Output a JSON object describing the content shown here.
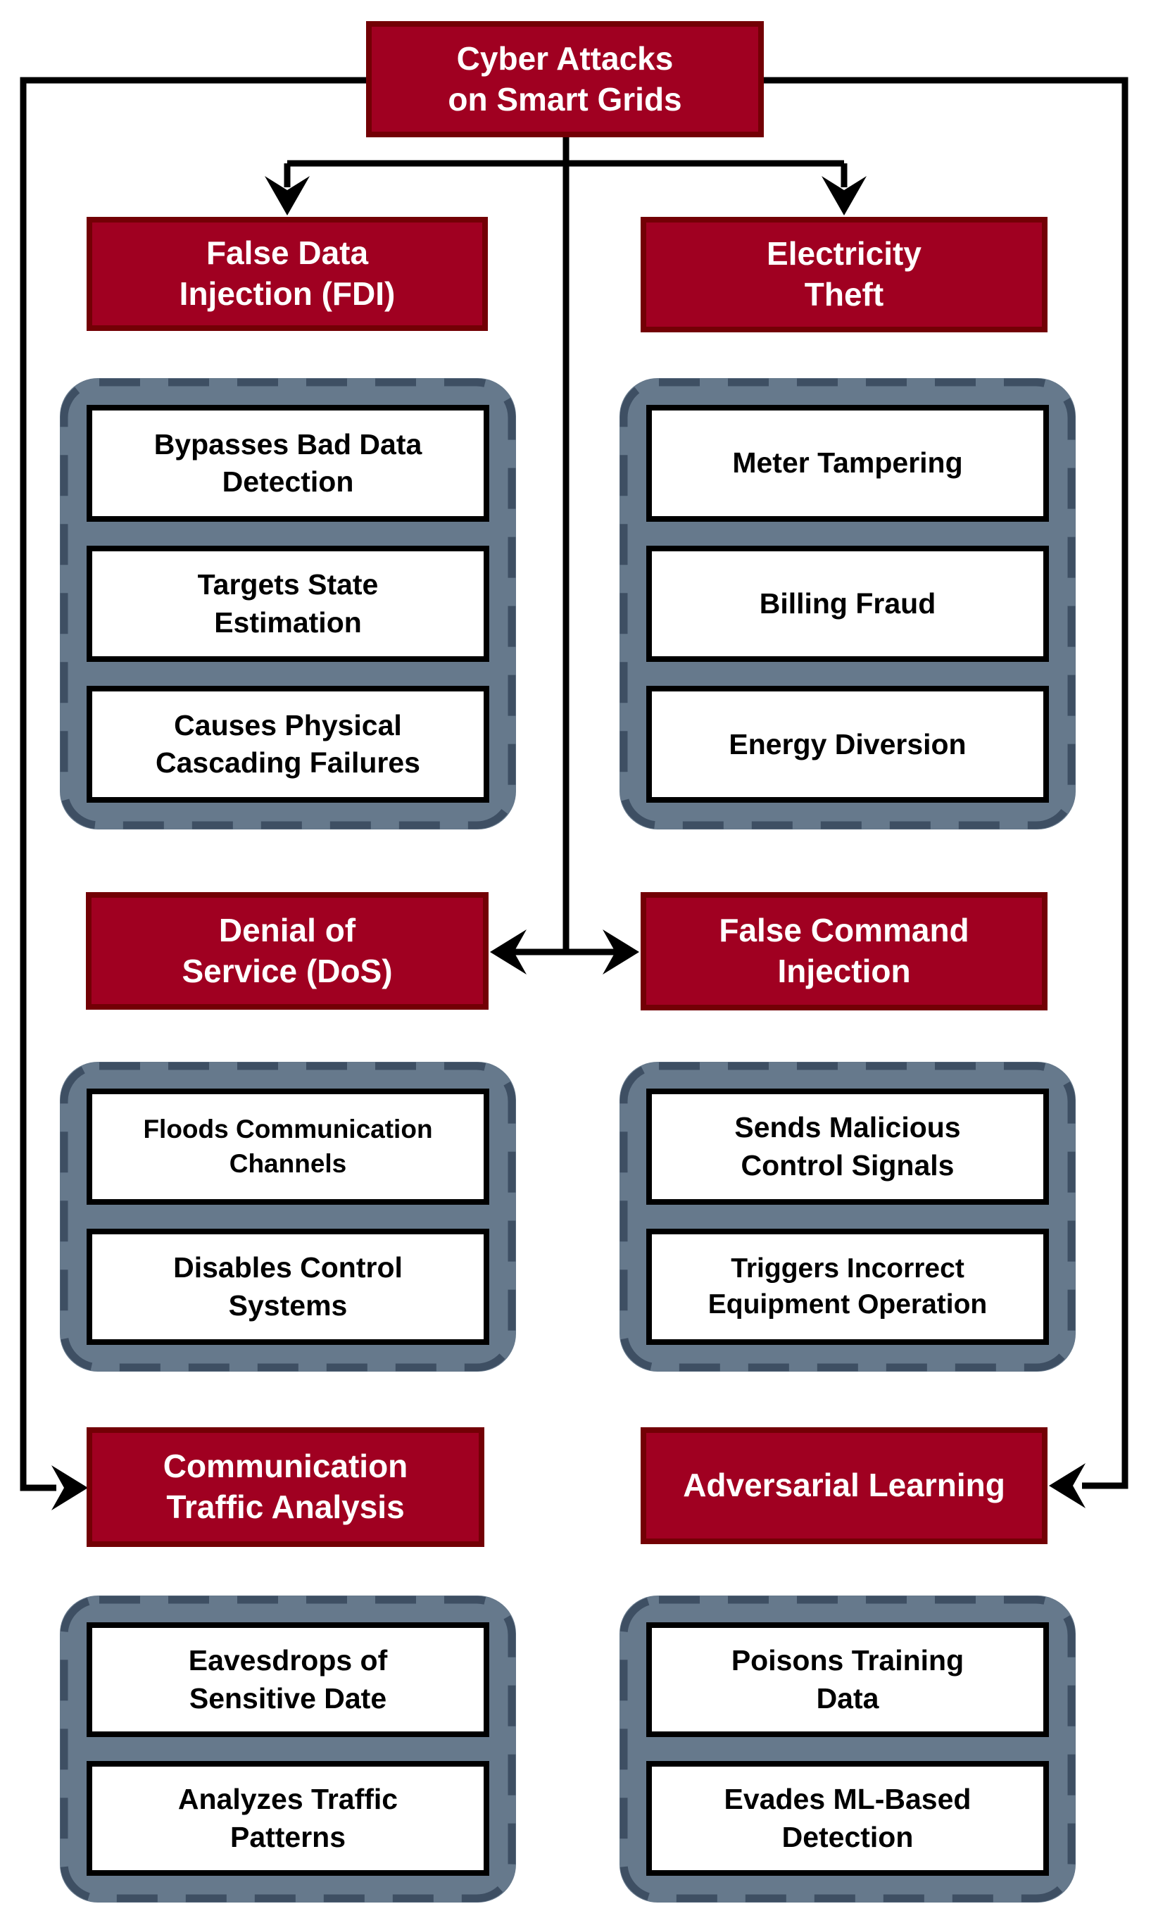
{
  "diagram": {
    "root": {
      "line1": "Cyber Attacks",
      "line2": "on Smart Grids"
    },
    "branches": [
      {
        "id": "false-data-injection",
        "label": {
          "line1": "False Data",
          "line2": "Injection (FDI)"
        },
        "items": [
          {
            "line1": "Bypasses Bad Data",
            "line2": "Detection"
          },
          {
            "line1": "Targets State",
            "line2": "Estimation"
          },
          {
            "line1": "Causes Physical",
            "line2": "Cascading Failures"
          }
        ]
      },
      {
        "id": "electricity-theft",
        "label": {
          "line1": "Electricity",
          "line2": "Theft"
        },
        "items": [
          {
            "line1": "Meter Tampering",
            "line2": ""
          },
          {
            "line1": "Billing Fraud",
            "line2": ""
          },
          {
            "line1": "Energy Diversion",
            "line2": ""
          }
        ]
      },
      {
        "id": "denial-of-service",
        "label": {
          "line1": "Denial of",
          "line2": "Service (DoS)"
        },
        "items": [
          {
            "line1": "Floods Communication",
            "line2": "Channels"
          },
          {
            "line1": "Disables Control",
            "line2": "Systems"
          }
        ]
      },
      {
        "id": "false-command-injection",
        "label": {
          "line1": "False Command",
          "line2": "Injection"
        },
        "items": [
          {
            "line1": "Sends Malicious",
            "line2": "Control Signals"
          },
          {
            "line1": "Triggers Incorrect",
            "line2": "Equipment Operation"
          }
        ]
      },
      {
        "id": "communication-traffic-analysis",
        "label": {
          "line1": "Communication",
          "line2": "Traffic Analysis"
        },
        "items": [
          {
            "line1": "Eavesdrops of",
            "line2": "Sensitive Date"
          },
          {
            "line1": "Analyzes Traffic",
            "line2": "Patterns"
          }
        ]
      },
      {
        "id": "adversarial-learning",
        "label": {
          "line1": "Adversarial Learning",
          "line2": ""
        },
        "items": [
          {
            "line1": "Poisons Training",
            "line2": "Data"
          },
          {
            "line1": "Evades ML-Based",
            "line2": "Detection"
          }
        ]
      }
    ],
    "colors": {
      "node_fill": "#A00021",
      "node_border": "#730005",
      "panel_fill": "#66798C",
      "panel_dash": "#3E4F63",
      "connector": "#000000",
      "detail_border": "#000000"
    }
  }
}
